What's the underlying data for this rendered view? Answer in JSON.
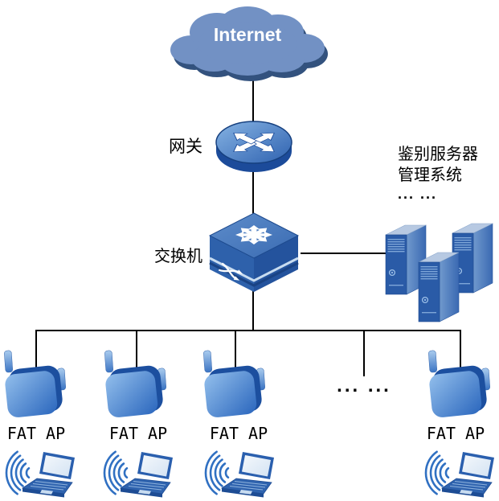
{
  "internet": {
    "label": "Internet",
    "icon": "cloud-icon"
  },
  "gateway": {
    "label": "网关",
    "icon": "router-icon"
  },
  "switch": {
    "label": "交换机",
    "icon": "switch-icon"
  },
  "auth_server": {
    "line1": "鉴别服务器",
    "line2": "管理系统",
    "ellipsis": "... ...",
    "icon": "server-tower-icon",
    "tower_count": 3
  },
  "aps": {
    "items": [
      {
        "label": "FAT AP"
      },
      {
        "label": "FAT AP"
      },
      {
        "label": "FAT AP"
      },
      {
        "label": "FAT AP"
      }
    ],
    "ellipsis": "... ...",
    "icon": "access-point-icon"
  },
  "clients": {
    "count": 4,
    "icon": "wireless-laptop-icon"
  },
  "colors": {
    "cloud": "#7291c4",
    "cloud_shadow": "#33527e",
    "device_blue": "#2a5ba7",
    "device_dark": "#1c4b9a",
    "device_light": "#b7c9e2",
    "ap_front": "#2a66bd",
    "line": "#000000",
    "internet_text": "#ffffff"
  }
}
